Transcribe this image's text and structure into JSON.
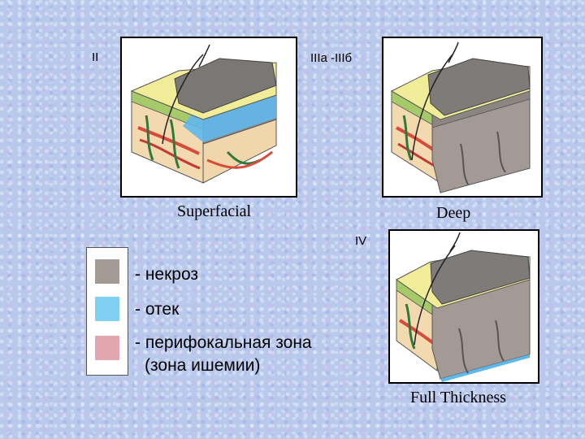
{
  "stages": {
    "ii": "II",
    "iii": "IIIа -IIIб",
    "iv": "IV"
  },
  "captions": {
    "superficial": "Superfacial",
    "deep": "Deep",
    "full": "Full Thickness"
  },
  "legend": {
    "necrosis": "- некроз",
    "edema": "- отек",
    "perifocal_line1": "- перифокальная зона",
    "perifocal_line2": "(зона ишемии)"
  },
  "colors": {
    "necrosis": "#a39a96",
    "edema": "#7fd0f3",
    "perifocal": "#e3a6ae"
  }
}
